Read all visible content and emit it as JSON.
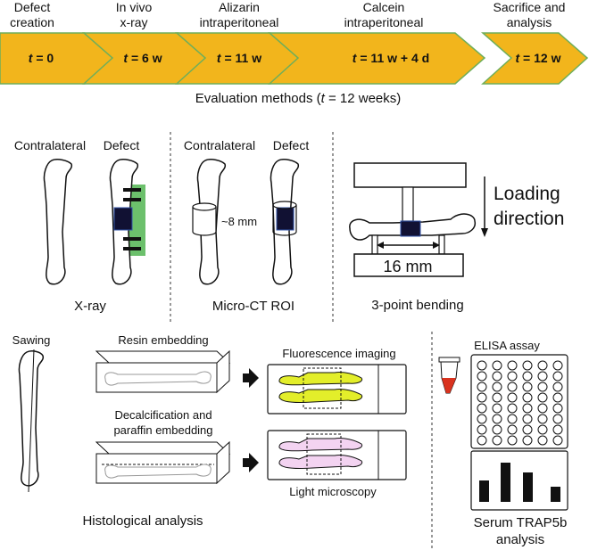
{
  "timeline": {
    "steps": [
      {
        "label_line1": "Defect",
        "label_line2": "creation",
        "value": "t = 0",
        "var": "t",
        "rest": " = 0"
      },
      {
        "label_line1": "In vivo",
        "label_line2": "x-ray",
        "value": "t = 6 w",
        "var": "t",
        "rest": " = 6 w"
      },
      {
        "label_line1": "Alizarin",
        "label_line2": "intraperitoneal",
        "value": "t = 11 w",
        "var": "t",
        "rest": " = 11 w"
      },
      {
        "label_line1": "Calcein",
        "label_line2": "intraperitoneal",
        "value": "t = 11 w + 4 d",
        "var": "t",
        "rest": " = 11 w + 4 d"
      },
      {
        "label_line1": "Sacrifice and",
        "label_line2": "analysis",
        "value": "t = 12 w",
        "var": "t",
        "rest": " = 12 w"
      }
    ],
    "arrow_color": "#f2b51c"
  },
  "evaluation": {
    "prefix": "Evaluation methods (",
    "var": "t",
    "suffix": " = 12 weeks)"
  },
  "xray": {
    "contralateral": "Contralateral",
    "defect": "Defect",
    "caption": "X-ray"
  },
  "microct": {
    "contralateral": "Contralateral",
    "defect": "Defect",
    "measure": "~8 mm",
    "caption": "Micro-CT ROI"
  },
  "bending": {
    "loading_line1": "Loading",
    "loading_line2": "direction",
    "span": "16 mm",
    "caption": "3-point bending"
  },
  "histology": {
    "sawing": "Sawing",
    "resin": "Resin embedding",
    "decalc_line1": "Decalcification and",
    "decalc_line2": "paraffin embedding",
    "fluorescence": "Fluorescence imaging",
    "light": "Light microscopy",
    "caption": "Histological analysis"
  },
  "elisa": {
    "title": "ELISA assay",
    "caption_line1": "Serum TRAP5b",
    "caption_line2": "analysis"
  },
  "colors": {
    "plate_green": "#6cc06c",
    "fluor_yellow": "#e3ee2a",
    "pink": "#f3d3f1",
    "tube_red": "#d9331f",
    "dark_blue": "#111133"
  }
}
